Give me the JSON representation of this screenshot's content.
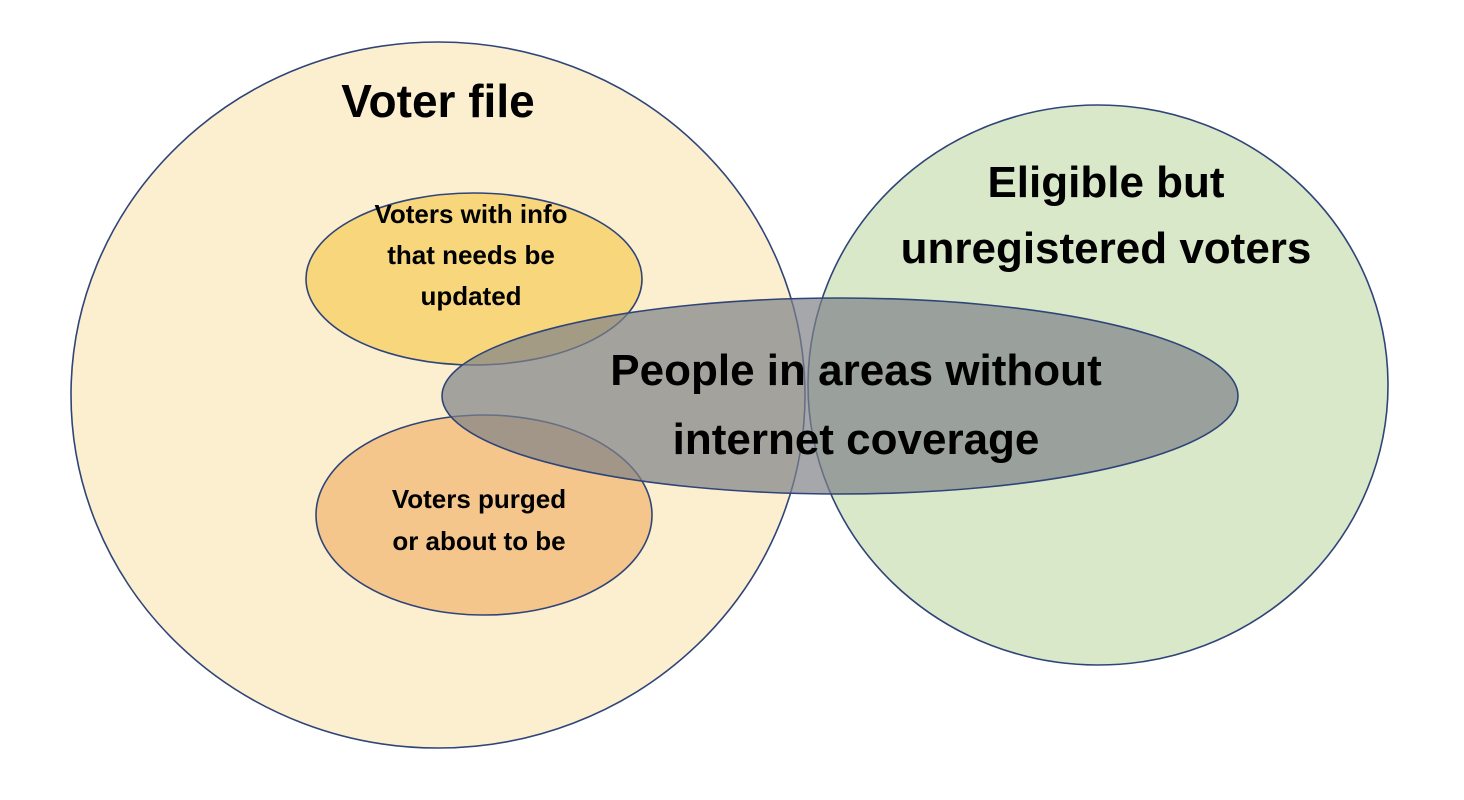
{
  "diagram": {
    "sets": [
      {
        "id": "voter-file",
        "label_lines": [
          "Voter file"
        ],
        "fill": "#fbefcf"
      },
      {
        "id": "eligible-unregistered",
        "label_lines": [
          "Eligible but",
          "unregistered voters"
        ],
        "fill": "#d9e8c9"
      },
      {
        "id": "info-needs-update",
        "label_lines": [
          "Voters with info",
          "that needs be",
          "updated"
        ],
        "fill": "#f8d67c"
      },
      {
        "id": "purged",
        "label_lines": [
          "Voters purged",
          "or about to be"
        ],
        "fill": "#f5c68c"
      },
      {
        "id": "no-internet",
        "label_lines": [
          "People in areas without",
          "internet coverage"
        ],
        "fill": "#7f8287"
      }
    ],
    "colors": {
      "outline": "#2f4579",
      "text": "#000000"
    }
  }
}
